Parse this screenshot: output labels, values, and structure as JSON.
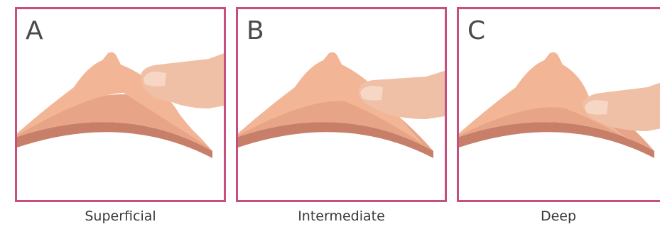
{
  "panels": [
    {
      "letter": "A",
      "caption": "Superficial"
    },
    {
      "letter": "B",
      "caption": "Intermediate"
    },
    {
      "letter": "C",
      "caption": "Deep"
    }
  ],
  "colors": {
    "border": "#c64f7f",
    "skin_outer": "#f2b595",
    "skin_middle": "#e7a486",
    "deep_layer": "#c77f69",
    "finger": "#f0c0a6",
    "fingernail": "#f6d6c4",
    "label_text": "#4a4a4a"
  }
}
